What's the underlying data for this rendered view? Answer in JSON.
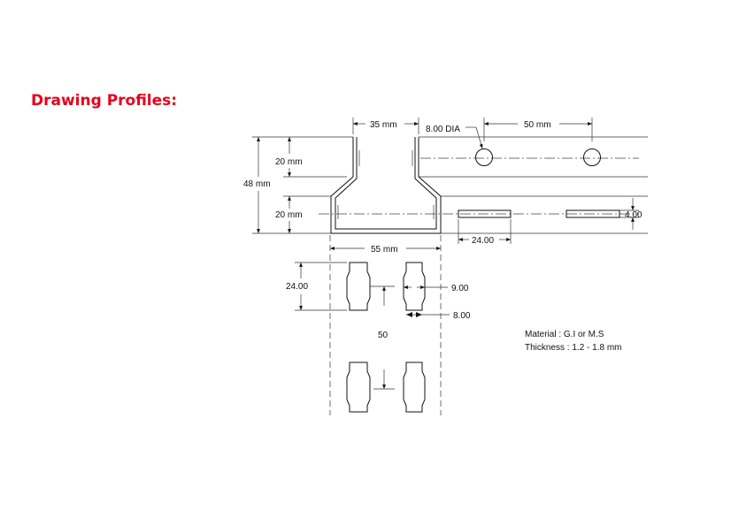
{
  "heading": "Drawing Profiles:",
  "colors": {
    "heading": "#e8001c",
    "lines": "#111111"
  },
  "dimensions": {
    "top_gap": "35 mm",
    "hole_dia": "8.00 DIA",
    "hole_pitch": "50 mm",
    "height_upper": "20 mm",
    "height_total": "48 mm",
    "height_lower": "20 mm",
    "slot_height": "4.00",
    "slot_length": "24.00",
    "base_width": "55 mm",
    "slot_len_front": "24.00",
    "slot_width_mid": "9.00",
    "slot_width_end": "8.00",
    "slot_pitch": "50"
  },
  "notes": {
    "material": "Material : G.I or M.S",
    "thickness": "Thickness : 1.2 - 1.8 mm"
  }
}
